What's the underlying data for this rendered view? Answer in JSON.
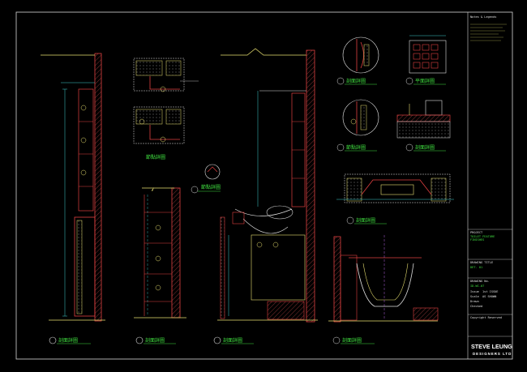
{
  "colors": {
    "background": "#000000",
    "frame": "#d8d8d8",
    "wall": "#e04040",
    "detail": "#e8e070",
    "dimension": "#40d0d0",
    "label": "#40e040",
    "annotation": "#e0e0e0",
    "hatch": "#606060",
    "accent": "#b060e0"
  },
  "section_labels": [
    "剖面詳圖",
    "節點詳圖",
    "節點詳圖",
    "剖面詳圖",
    "剖面詳圖",
    "剖面詳圖",
    "平面詳圖",
    "節點詳圖",
    "剖面詳圖",
    "剖面詳圖",
    "剖面詳圖"
  ],
  "title_block": {
    "notes_heading": "Notes & Legends",
    "project_heading": "PROJECT",
    "project_name": "TOILET FEATURE",
    "project_sub": "FINISHES",
    "drawing_title_heading": "DRAWING TITLE",
    "drawing_title": "DET. 01",
    "drawing_no_heading": "DRAWING No.",
    "drawing_no": "ID-WC-07",
    "issue_label": "Issue",
    "issue_value": "1st ISSUE",
    "scale_label": "Scale",
    "scale_value": "AS SHOWN",
    "drawn_label": "Drawn",
    "checked_label": "Checked",
    "footer_note": "Copyright Reserved",
    "brand_line1": "STEVE LEUNG",
    "brand_line2": "DESIGNERS LTD"
  }
}
